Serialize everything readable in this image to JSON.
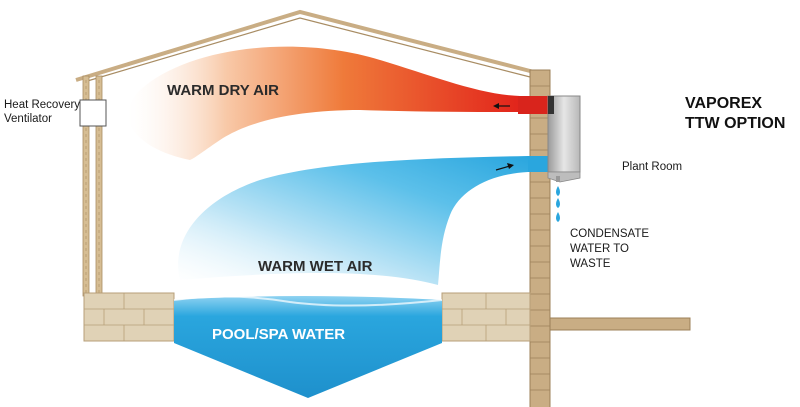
{
  "labels": {
    "warm_dry_air": "WARM DRY AIR",
    "warm_wet_air": "WARM WET AIR",
    "pool_water": "POOL/SPA WATER",
    "hrv": [
      "Heat Recovery",
      "Ventilator"
    ],
    "product": [
      "VAPOREX",
      "TTW OPTION"
    ],
    "plant_room": "Plant Room",
    "condensate": [
      "CONDENSATE",
      "WATER TO",
      "WASTE"
    ]
  },
  "colors": {
    "warm_air": "#e8501a",
    "warm_air_light": "#f4a06a",
    "wet_air": "#2ea8dc",
    "wet_air_light": "#a9dcf2",
    "pool": "#2aa6de",
    "wall": "#c9ad84",
    "masonry": "#e0d2b6",
    "roof": "#c9ad84",
    "unit_metal": "#cfcfcf",
    "duct_red": "#d9241c"
  }
}
